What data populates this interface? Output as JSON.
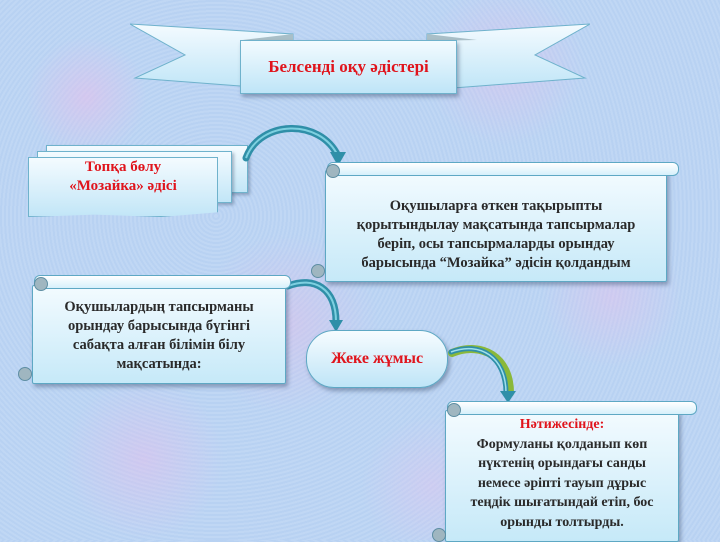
{
  "title": {
    "text": "Белсенді оқу әдістері",
    "color": "#e0141c"
  },
  "method_card": {
    "line1": "Топқа бөлу",
    "line2": "«Мозайка» әдісі"
  },
  "scroll_top_right": {
    "lines": [
      "Оқушыларға өткен тақырыпты",
      "қорытындылау мақсатында тапсырмалар",
      "беріп, осы тапсырмаларды орындау",
      "барысында “Мозайка” әдісін қолдандым"
    ]
  },
  "scroll_middle_left": {
    "lines": [
      "Оқушылардың тапсырманы",
      "орындау барысында бүгінгі",
      "сабақта алған білімін білу",
      "мақсатында:"
    ]
  },
  "pill": {
    "text": "Жеке жұмыс"
  },
  "scroll_bottom_right": {
    "heading": "Нәтижесінде:",
    "lines": [
      "Формуланы қолданып көп",
      "нүктенің орындағы санды",
      "немесе әріпті тауып дұрыс",
      "теңдік шығатындай етіп, бос",
      "орынды толтырды."
    ]
  },
  "colors": {
    "accent_red": "#e0141c",
    "arrow_teal": "#3aa5bd",
    "arrow_green": "#8ab83a",
    "card_border": "#5ea8c4"
  },
  "icons": [
    "curved-arrow-icon",
    "curved-arrow-icon",
    "curved-arrow-icon"
  ]
}
